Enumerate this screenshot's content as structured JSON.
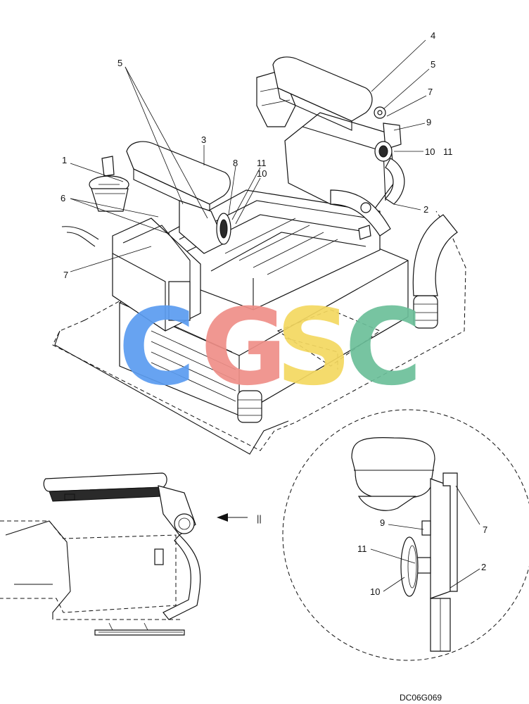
{
  "drawing_code": "DC06G069",
  "view_mark": "||",
  "watermark": {
    "letters": [
      "C",
      "G",
      "S",
      "C"
    ],
    "colors": [
      "#5b9cf0",
      "#ef8f88",
      "#f4d860",
      "#6cbf9a"
    ]
  },
  "callouts": {
    "main": [
      "1",
      "2",
      "3",
      "4",
      "5",
      "5",
      "6",
      "7",
      "7",
      "8",
      "9",
      "10",
      "10",
      "11",
      "11"
    ],
    "detail": [
      "9",
      "7",
      "11",
      "2",
      "10"
    ]
  }
}
